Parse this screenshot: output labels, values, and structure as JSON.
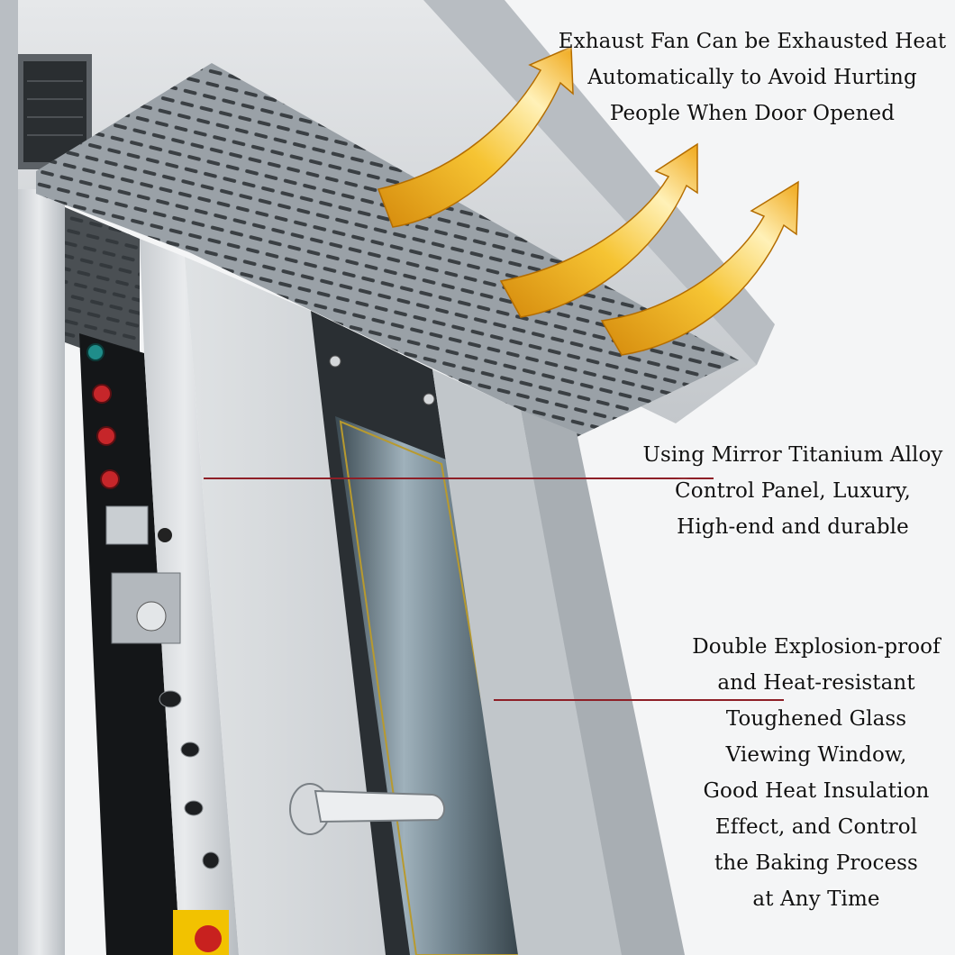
{
  "annotations": {
    "exhaust": {
      "lines": [
        "Exhaust Fan Can be Exhausted Heat",
        "Automatically to Avoid Hurting",
        "People When Door Opened"
      ]
    },
    "panel": {
      "lines": [
        "Using Mirror Titanium Alloy",
        "Control Panel, Luxury,",
        "High-end and durable"
      ]
    },
    "window": {
      "lines": [
        "Double Explosion-proof",
        "and Heat-resistant",
        "Toughened Glass",
        "Viewing Window,",
        "Good Heat Insulation",
        "Effect, and Control",
        "the Baking Process",
        "at Any Time"
      ]
    }
  },
  "colors": {
    "steel_light": "#d9dcdf",
    "steel_mid": "#b9bec3",
    "steel_dark": "#8c9298",
    "panel_black": "#141618",
    "arrow_gold": "#f2b51c",
    "arrow_light": "#fff3c4",
    "leader_line": "#8e1f27",
    "red_button": "#c6262a",
    "green_lamp": "#1f8d8a"
  },
  "icons": {
    "arrows": "curved-up-arrow-icon",
    "buttons": "push-button-icon",
    "knobs": "rotary-switch-icon"
  }
}
